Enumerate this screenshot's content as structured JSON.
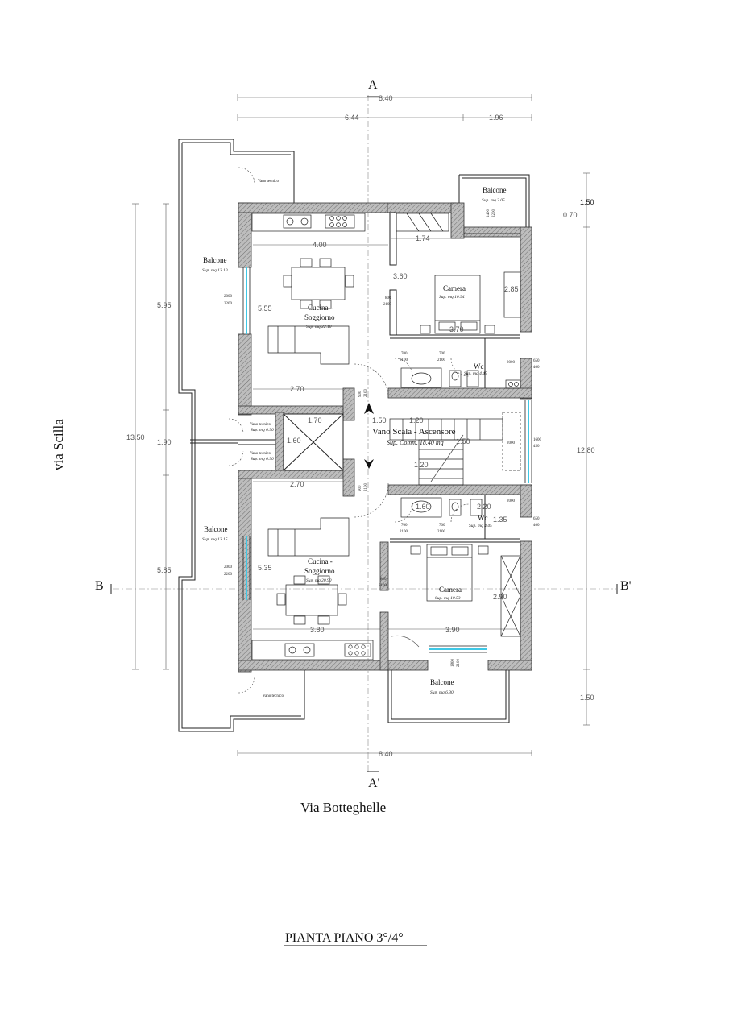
{
  "sections": {
    "a_top": "A",
    "a_bottom": "A'",
    "b_left": "B",
    "b_right": "B'"
  },
  "dims": {
    "top_total": "8.40",
    "top_left": "6.44",
    "top_right": "1.96",
    "bottom_total": "8.40",
    "left_upper": "5.95",
    "left_mid": "1.90",
    "left_lower": "5.85",
    "left_total": "13.50",
    "right_top_a": "1.50",
    "right_top_b": "0.70",
    "right_total": "12.80",
    "right_bottom": "1.50",
    "kitchen_upper_width": "4.00",
    "kitchen_upper_height": "5.55",
    "bedroom_upper_top": "1.74",
    "bedroom_upper_left": "3.60",
    "bedroom_upper_right": "2.85",
    "bedroom_upper_bottom": "3.70",
    "corridor_upper": "2.70",
    "stair_w1": "1.70",
    "stair_w2": "1.50",
    "stair_w3": "1.20",
    "stair_h": "1.60",
    "stair_w4": "1.20",
    "stair_w5": "1.50",
    "corridor_lower": "2.70",
    "kitchen_lower_height": "5.35",
    "kitchen_lower_width": "3.80",
    "wc_lower_a": "1.60",
    "wc_lower_b": "2.20",
    "wc_lower_c": "1.35",
    "bedroom_lower_right": "2.90",
    "bedroom_lower_bottom": "3.90"
  },
  "rooms": {
    "vano_tecnico_top": "Vano tecnico",
    "balcone_upper_left": {
      "name": "Balcone",
      "area": "Sup. mq 13.10"
    },
    "balcone_top_right": {
      "name": "Balcone",
      "area": "Sup. mq 3.05"
    },
    "cucina_upper": {
      "name1": "Cucina -",
      "name2": "Soggiorno",
      "area": "Sup. mq 22.10"
    },
    "camera_upper": {
      "name": "Camera",
      "area": "Sup. mq 10.94"
    },
    "wc_upper": {
      "name": "Wc",
      "area": "Sup. mq 4.45"
    },
    "vano_tecnico_mid_upper": {
      "name": "Vano tecnico",
      "area": "Sup. mq 0.90"
    },
    "vano_tecnico_mid_lower": {
      "name": "Vano tecnico",
      "area": "Sup. mq 0.90"
    },
    "vano_scala": {
      "name": "Vano Scala - Ascensore",
      "area": "Sup. Comm. 18.40 mq"
    },
    "balcone_lower_left": {
      "name": "Balcone",
      "area": "Sup. mq 13.15"
    },
    "cucina_lower": {
      "name1": "Cucina -",
      "name2": "Soggiorno",
      "area": "Sup. mq 20.90"
    },
    "wc_lower": {
      "name": "Wc",
      "area": "Sup. mq 4.45"
    },
    "camera_lower": {
      "name": "Camera",
      "area": "Sup. mq 10.53"
    },
    "balcone_bottom": {
      "name": "Balcone",
      "area": "Sup. mq 6.30"
    },
    "vano_tecnico_bottom": "Vano tecnico"
  },
  "openings": {
    "win_left_upper": {
      "w": "2000",
      "h": "2200"
    },
    "win_left_lower": {
      "w": "2000",
      "h": "2200"
    },
    "door_bedroom_upper": {
      "w": "800",
      "h": "2100"
    },
    "door_balcony_top": {
      "w": "1400",
      "h": "2200"
    },
    "door_wc_upper_1": {
      "w": "700",
      "h": "2100"
    },
    "door_wc_upper_2": {
      "w": "700",
      "h": "2100"
    },
    "win_wc_upper": {
      "w": "650",
      "h": "400"
    },
    "sill_wc_upper": "2000",
    "door_entry_upper": {
      "w": "900",
      "h": "2100"
    },
    "door_entry_lower": {
      "w": "900",
      "h": "2100"
    },
    "win_stair": {
      "w": "1600",
      "h": "450"
    },
    "sill_stair": "2000",
    "door_wc_lower_1": {
      "w": "700",
      "h": "2100"
    },
    "door_wc_lower_2": {
      "w": "700",
      "h": "2100"
    },
    "win_wc_lower": {
      "w": "650",
      "h": "400"
    },
    "sill_wc_lower": "2000",
    "door_bedroom_lower": {
      "w": "800",
      "h": "2100"
    },
    "door_balcony_bottom": {
      "w": "1800",
      "h": "2100"
    }
  },
  "streets": {
    "left": "via Scilla",
    "bottom": "Via Botteghelle"
  },
  "title": "PIANTA PIANO 3°/4°",
  "colors": {
    "wall": "#8a8a8a",
    "glass": "#3ec8e6",
    "line": "#222222"
  }
}
